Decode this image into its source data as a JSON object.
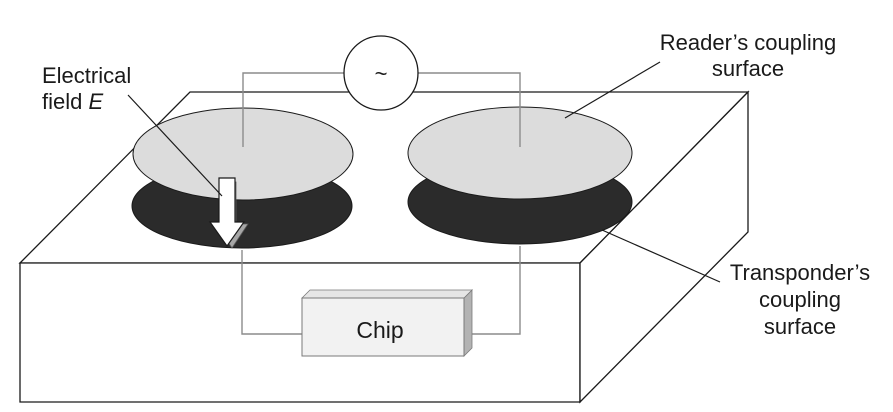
{
  "source_symbol": "~",
  "labels": {
    "electrical_field_line1": "Electrical",
    "electrical_field_line2_prefix": "field ",
    "electrical_field_line2_symbol": "E",
    "reader_line1": "Reader’s coupling",
    "reader_line2": "surface",
    "transponder_line1": "Transponder’s",
    "transponder_line2": "coupling",
    "transponder_line3": "surface"
  },
  "chip_label": "Chip",
  "colors": {
    "plate_light": "#dcdcdc",
    "plate_dark": "#2b2b2b",
    "box_face": "#ffffff",
    "box_edge": "#1a1a1a",
    "wire": "#8c8c8c",
    "arrow_fill": "#ffffff",
    "arrow_shade": "#a6a6a6",
    "chip_face": "#f2f2f2",
    "chip_shade": "#b3b3b3"
  }
}
